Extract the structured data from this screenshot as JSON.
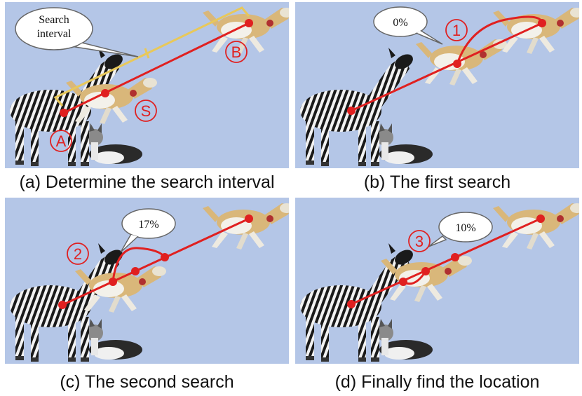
{
  "panels": [
    {
      "id": "a",
      "caption": "(a) Determine the search interval",
      "bubble_lines": [
        "Search",
        "interval"
      ],
      "markers": {
        "start": "A",
        "end": "B",
        "search": "S"
      }
    },
    {
      "id": "b",
      "caption": "(b) The first search",
      "bubble_lines": [
        "0%"
      ],
      "step": "1"
    },
    {
      "id": "c",
      "caption": "(c) The second search",
      "bubble_lines": [
        "17%"
      ],
      "step": "2"
    },
    {
      "id": "d",
      "caption": "(d) Finally find the location",
      "bubble_lines": [
        "10%"
      ],
      "step": "3"
    }
  ],
  "colors": {
    "background": "#b4c6e7",
    "path": "#e02020",
    "interval": "#e8c85a"
  }
}
